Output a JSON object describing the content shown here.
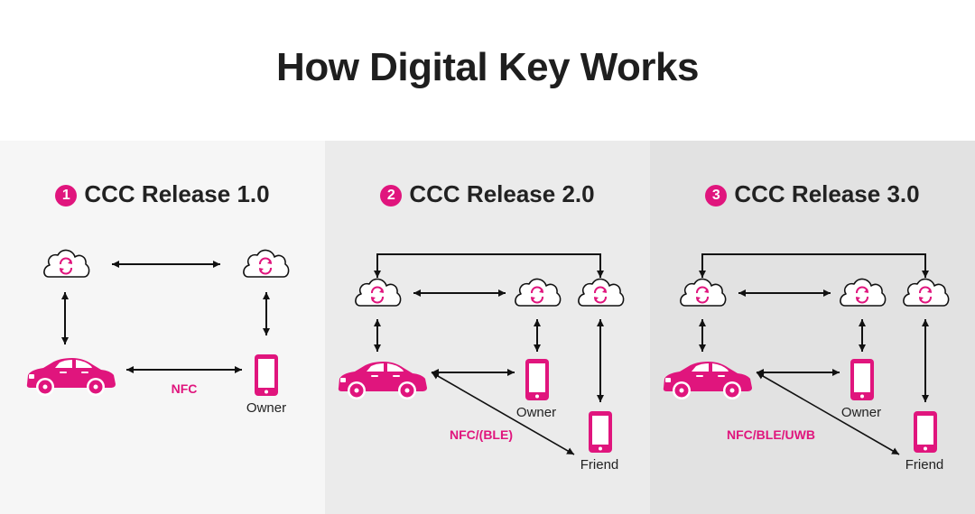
{
  "page": {
    "title": "How Digital Key Works"
  },
  "colors": {
    "accent": "#e0157d",
    "line": "#111111"
  },
  "icons": [
    "cloud-sync-icon",
    "car-icon",
    "smartphone-icon",
    "arrow-icon"
  ],
  "panels": [
    {
      "number": "1",
      "title": "CCC Release 1.0",
      "protocol": "NFC",
      "owner_label": "Owner"
    },
    {
      "number": "2",
      "title": "CCC Release 2.0",
      "protocol": "NFC/(BLE)",
      "owner_label": "Owner",
      "friend_label": "Friend"
    },
    {
      "number": "3",
      "title": "CCC Release 3.0",
      "protocol": "NFC/BLE/UWB",
      "owner_label": "Owner",
      "friend_label": "Friend"
    }
  ]
}
